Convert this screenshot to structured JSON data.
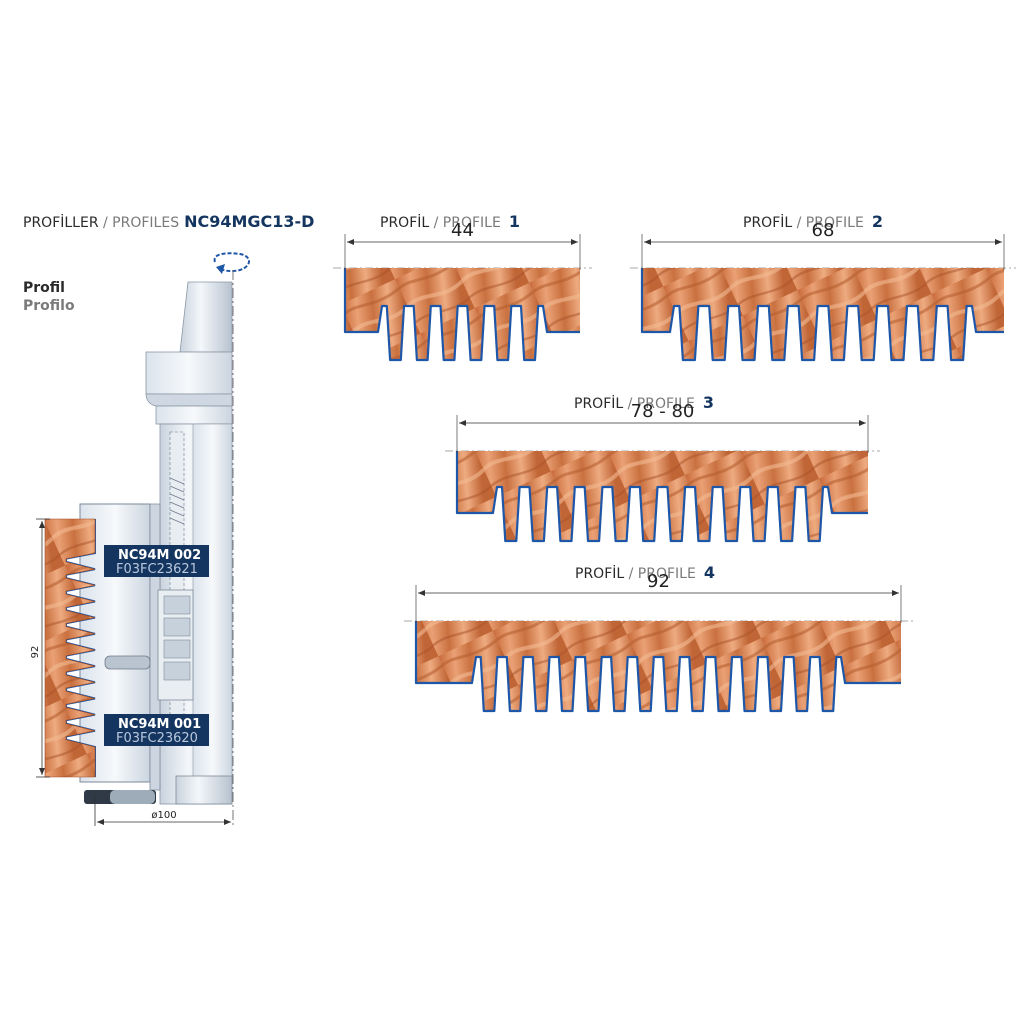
{
  "header": {
    "label_tr": "PROFİLLER",
    "separator": " / ",
    "label_en": "PROFILES",
    "code": "NC94MGC13-D"
  },
  "side_label": {
    "line1": "Profil",
    "line2": "Profilo"
  },
  "tool": {
    "plate_top": {
      "code": "NC94M  002",
      "ref": "F03FC23621"
    },
    "plate_bottom": {
      "code": "NC94M  001",
      "ref": "F03FC23620"
    },
    "height_dim": "92",
    "diameter_dim": "ø100"
  },
  "profiles": [
    {
      "label_tr": "PROFİL",
      "separator": " / ",
      "label_en": "PROFILE",
      "number": "1",
      "width": "44",
      "teeth": 6
    },
    {
      "label_tr": "PROFİL",
      "separator": " / ",
      "label_en": "PROFILE",
      "number": "2",
      "width": "68",
      "teeth": 10
    },
    {
      "label_tr": "PROFİL",
      "separator": " / ",
      "label_en": "PROFILE",
      "number": "3",
      "width": "78 - 80",
      "teeth": 12
    },
    {
      "label_tr": "PROFİL",
      "separator": " / ",
      "label_en": "PROFILE",
      "number": "4",
      "width": "92",
      "teeth": 14
    }
  ],
  "colors": {
    "navy": "#14355f",
    "outline_blue": "#1f57a8",
    "wood_light": "#e79a6a",
    "wood_dark": "#b65a30",
    "steel": "#dfe6ee"
  }
}
